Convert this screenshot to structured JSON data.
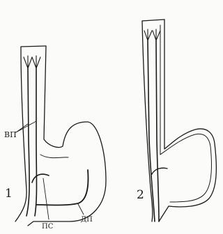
{
  "figure": {
    "labels": {
      "vp": "ВП",
      "ps": "ПС",
      "dp": "ДП"
    },
    "panels": [
      {
        "number": "1"
      },
      {
        "number": "2"
      }
    ]
  }
}
